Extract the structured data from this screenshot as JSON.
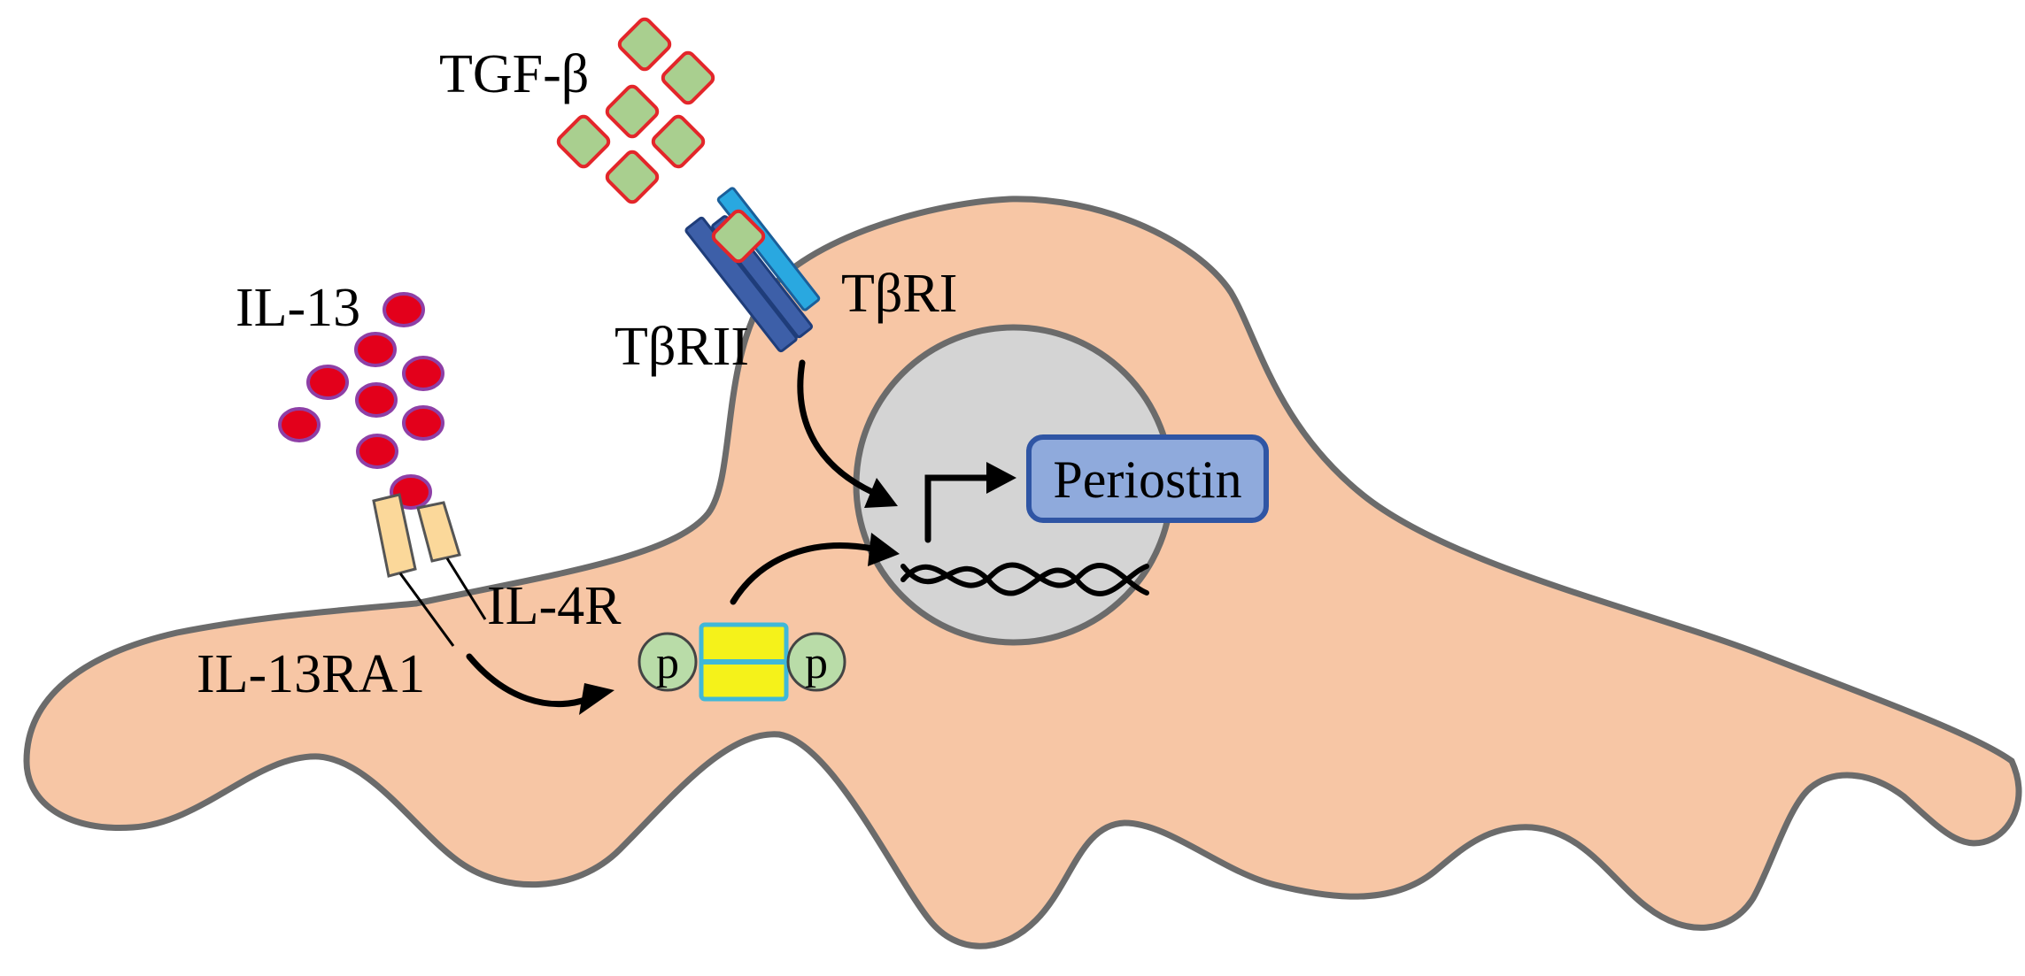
{
  "labels": {
    "tgf_beta": "TGF-β",
    "il13": "IL-13",
    "tbri": "TβRI",
    "tbrii": "TβRII",
    "il4r": "IL-4R",
    "il13ra1": "IL-13RA1",
    "periostin": "Periostin",
    "phospho_left": "p",
    "phospho_right": "p"
  },
  "colors": {
    "cell_fill": "#f7c6a5",
    "cell_stroke": "#6b6b6b",
    "nucleus_fill": "#d4d4d4",
    "tgf_fill": "#a9cf8f",
    "tgf_stroke": "#e3262a",
    "il13_fill": "#e3001b",
    "il13_stroke": "#8e3fa6",
    "receptor_dark_blue": "#3d5fa8",
    "receptor_light_blue": "#29a8e0",
    "il_receptor_fill": "#fbd89a",
    "stat_fill": "#f5f21a",
    "stat_stroke": "#40b8d8",
    "phospho_fill": "#b9dca8",
    "periostin_fill": "#8faadc",
    "periostin_stroke": "#2f55a4"
  }
}
